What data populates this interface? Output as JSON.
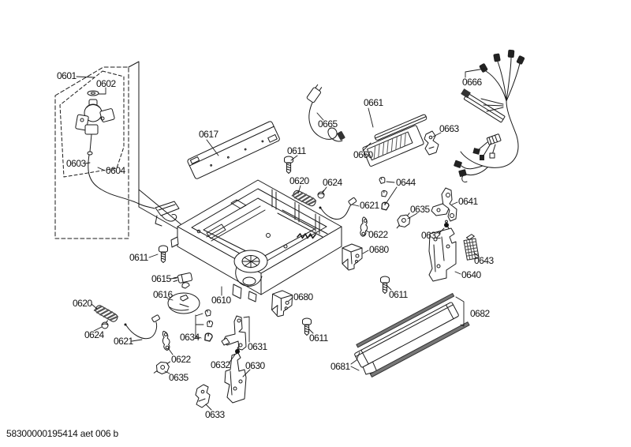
{
  "page": {
    "background": "#ffffff",
    "line_color": "#1a1a1a",
    "dark_fill": "#777777"
  },
  "footer": {
    "document_code": "58300000195414 aet 006 b"
  },
  "labels": {
    "l0601": "0601",
    "l0602": "0602",
    "l0603": "0603",
    "l0604": "0604",
    "l0617": "0617",
    "l0611_a": "0611",
    "l0665": "0665",
    "l0661": "0661",
    "l0660": "0660",
    "l0663": "0663",
    "l0666": "0666",
    "l0620_a": "0620",
    "l0624_a": "0624",
    "l0644": "0644",
    "l0621_a": "0621",
    "l0622_a": "0622",
    "l0635_a": "0635",
    "l0632_a": "0632",
    "l0641": "0641",
    "l0643": "0643",
    "l0640": "0640",
    "l0680_a": "0680",
    "l0611_d": "0611",
    "l0611_b": "0611",
    "l0615": "0615",
    "l0616": "0616",
    "l0610": "0610",
    "l0680_b": "0680",
    "l0620_b": "0620",
    "l0624_b": "0624",
    "l0621_b": "0621",
    "l0634": "0634",
    "l0631": "0631",
    "l0622_b": "0622",
    "l0632_b": "0632",
    "l0630": "0630",
    "l0635_b": "0635",
    "l0633": "0633",
    "l0611_c": "0611",
    "l0682": "0682",
    "l0681": "0681"
  }
}
